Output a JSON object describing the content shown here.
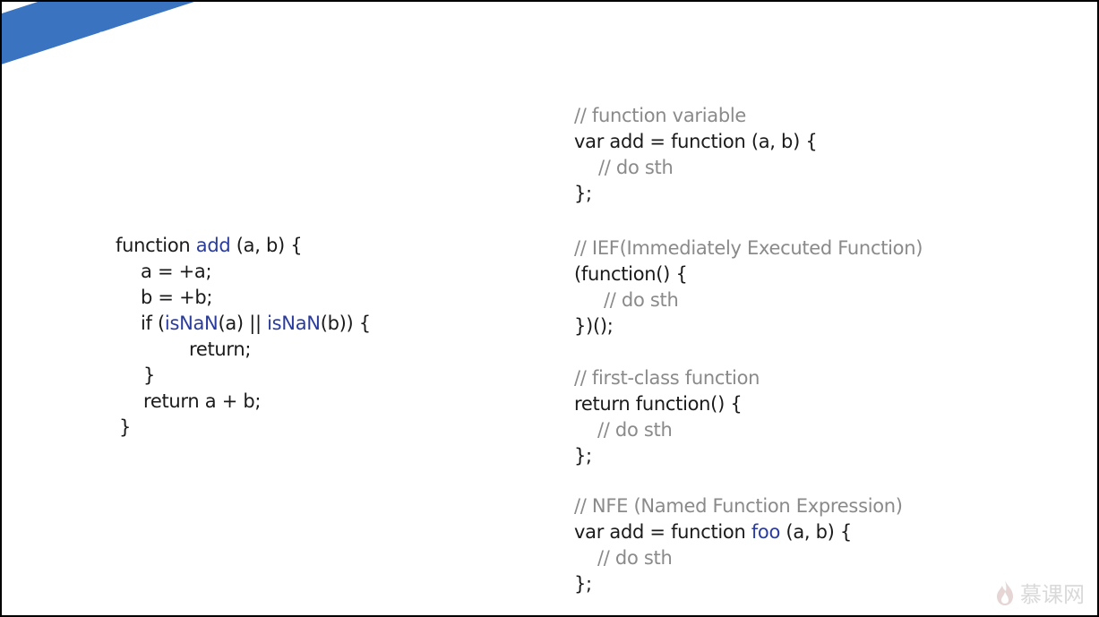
{
  "title": "声明 VS. 表达式",
  "left_code": {
    "l1_a": "function ",
    "l1_b": "add",
    "l1_c": " (a, b) {",
    "l2": "a = +a;",
    "l3": "b = +b;",
    "l4_a": "if (",
    "l4_b": "isNaN",
    "l4_c": "(a) || ",
    "l4_d": "isNaN",
    "l4_e": "(b)) {",
    "l5": "return;",
    "l6": "}",
    "l7": "return a + b;",
    "l8": "}"
  },
  "right_code": {
    "b1_comment": "// function variable",
    "b1_l1": "var add = function (a, b) {",
    "b1_l2": "// do sth",
    "b1_l3": "};",
    "b2_comment": "// IEF(Immediately Executed Function)",
    "b2_l1": "(function() {",
    "b2_l2": "// do sth",
    "b2_l3": "})();",
    "b3_comment": "// first-class function",
    "b3_l1": "return function() {",
    "b3_l2": "// do sth",
    "b3_l3": "};",
    "b4_comment": "// NFE (Named Function Expression)",
    "b4_l1_a": "var add = function ",
    "b4_l1_b": "foo",
    "b4_l1_c": " (a, b) {",
    "b4_l2": "// do sth",
    "b4_l3": "};"
  },
  "watermark": {
    "text": "慕课网",
    "icon": "flame-icon"
  },
  "colors": {
    "banner": "#3a73c0",
    "keyword": "#2a3b9e",
    "comment": "#8a8a8a"
  }
}
